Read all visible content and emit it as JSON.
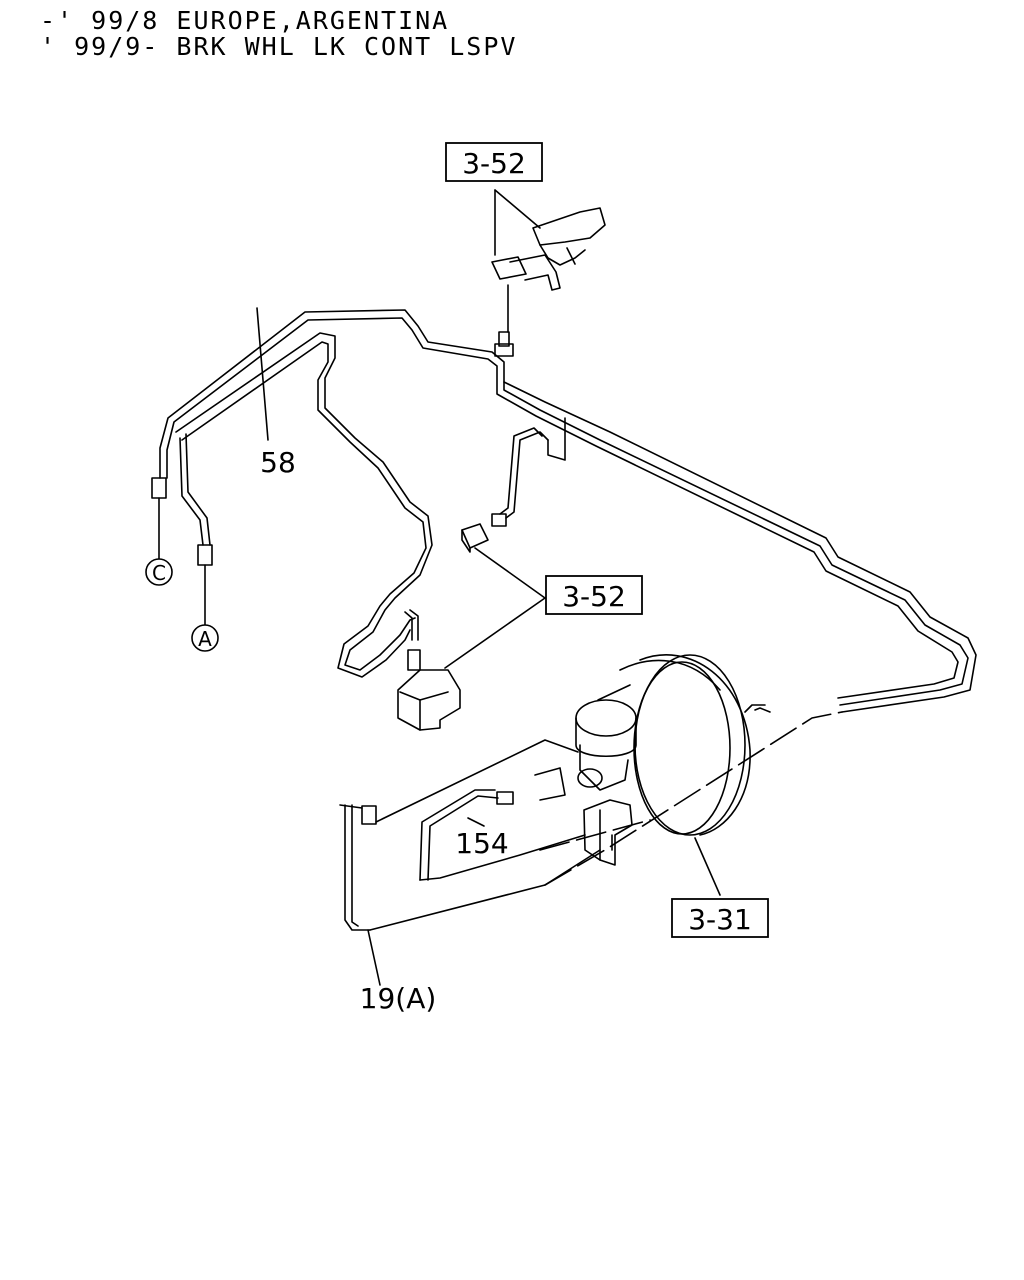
{
  "header": {
    "line1": "-' 99/8 EUROPE,ARGENTINA",
    "line2": "' 99/9- BRK WHL LK CONT LSPV"
  },
  "callouts": {
    "ref_3_52_top": "3-52",
    "ref_3_52_mid": "3-52",
    "ref_3_31": "3-31",
    "part_58": "58",
    "part_154": "154",
    "part_19a": "19(A)",
    "connector_c": "C",
    "connector_a": "A"
  }
}
